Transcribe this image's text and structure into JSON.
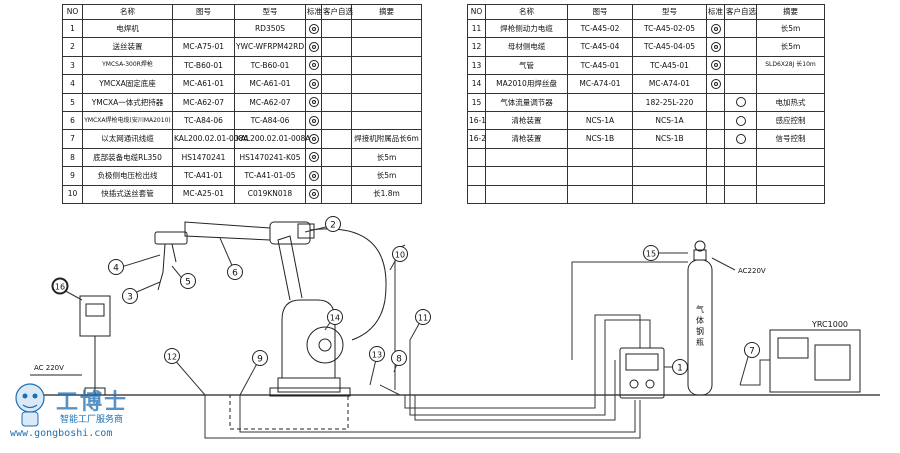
{
  "headers": {
    "no": "NO",
    "name": "名称",
    "drawing_no": "图号",
    "model": "型号",
    "standard": "标准",
    "customer": "客户自选",
    "remarks": "摘要"
  },
  "left_rows": [
    {
      "no": "1",
      "name": "电焊机",
      "drawing": "",
      "model": "RD350S",
      "std": "dbl",
      "cust": "",
      "remark": ""
    },
    {
      "no": "2",
      "name": "送丝装置",
      "drawing": "MC-A75-01",
      "model": "YWC-WFRPM42RD",
      "std": "dbl",
      "cust": "",
      "remark": ""
    },
    {
      "no": "3",
      "name": "YMCSA-300R焊枪",
      "drawing": "TC-B60-01",
      "model": "TC-B60-01",
      "std": "dbl",
      "cust": "",
      "remark": ""
    },
    {
      "no": "4",
      "name": "YMCXA固定底座",
      "drawing": "MC-A61-01",
      "model": "MC-A61-01",
      "std": "dbl",
      "cust": "",
      "remark": ""
    },
    {
      "no": "5",
      "name": "YMCXA一体式把持器",
      "drawing": "MC-A62-07",
      "model": "MC-A62-07",
      "std": "dbl",
      "cust": "",
      "remark": ""
    },
    {
      "no": "6",
      "name": "YMCXA焊枪电缆(安川MA2010)",
      "drawing": "TC-A84-06",
      "model": "TC-A84-06",
      "std": "dbl",
      "cust": "",
      "remark": ""
    },
    {
      "no": "7",
      "name": "以太网通讯线缆",
      "drawing": "KAL200.02.01-008A",
      "model": "KAL200.02.01-008A",
      "std": "dbl",
      "cust": "",
      "remark": "焊接机附属品长6m"
    },
    {
      "no": "8",
      "name": "底部装备电缆RL350",
      "drawing": "HS1470241",
      "model": "HS1470241-K05",
      "std": "dbl",
      "cust": "",
      "remark": "长5m"
    },
    {
      "no": "9",
      "name": "负极侧电压检出线",
      "drawing": "TC-A41-01",
      "model": "TC-A41-01-05",
      "std": "dbl",
      "cust": "",
      "remark": "长5m"
    },
    {
      "no": "10",
      "name": "快插式送丝套管",
      "drawing": "MC-A25-01",
      "model": "C019KN018",
      "std": "dbl",
      "cust": "",
      "remark": "长1.8m"
    }
  ],
  "right_rows": [
    {
      "no": "11",
      "name": "焊枪侧动力电缆",
      "drawing": "TC-A45-02",
      "model": "TC-A45-02-05",
      "std": "dbl",
      "cust": "",
      "remark": "长5m"
    },
    {
      "no": "12",
      "name": "母材侧电缆",
      "drawing": "TC-A45-04",
      "model": "TC-A45-04-05",
      "std": "dbl",
      "cust": "",
      "remark": "长5m"
    },
    {
      "no": "13",
      "name": "气管",
      "drawing": "TC-A45-01",
      "model": "TC-A45-01",
      "std": "dbl",
      "cust": "",
      "remark": "SLD6X28J 长10m"
    },
    {
      "no": "14",
      "name": "MA2010用焊丝盘",
      "drawing": "MC-A74-01",
      "model": "MC-A74-01",
      "std": "dbl",
      "cust": "",
      "remark": ""
    },
    {
      "no": "15",
      "name": "气体流量调节器",
      "drawing": "",
      "model": "182-25L-220",
      "std": "",
      "cust": "o",
      "remark": "电加热式"
    },
    {
      "no": "16-1",
      "name": "清枪装置",
      "drawing": "NCS-1A",
      "model": "NCS-1A",
      "std": "",
      "cust": "o",
      "remark": "感应控制"
    },
    {
      "no": "16-2",
      "name": "清枪装置",
      "drawing": "NCS-1B",
      "model": "NCS-1B",
      "std": "",
      "cust": "o",
      "remark": "信号控制"
    },
    {
      "no": "",
      "name": "",
      "drawing": "",
      "model": "",
      "std": "",
      "cust": "",
      "remark": ""
    },
    {
      "no": "",
      "name": "",
      "drawing": "",
      "model": "",
      "std": "",
      "cust": "",
      "remark": ""
    },
    {
      "no": "",
      "name": "",
      "drawing": "",
      "model": "",
      "std": "",
      "cust": "",
      "remark": ""
    }
  ],
  "diagram": {
    "callouts": [
      "1",
      "2",
      "3",
      "4",
      "5",
      "6",
      "7",
      "8",
      "9",
      "10",
      "11",
      "12",
      "13",
      "14",
      "15",
      "16"
    ],
    "ac220v_left": "AC 220V",
    "ac220v_right": "AC220V",
    "gas_cylinder": "气体钢瓶",
    "controller": "YRC1000"
  },
  "watermark": {
    "brand": "工博士",
    "slogan": "智能工厂服务商",
    "url": "www.gongboshi.com",
    "color": "#1b6fb5"
  }
}
